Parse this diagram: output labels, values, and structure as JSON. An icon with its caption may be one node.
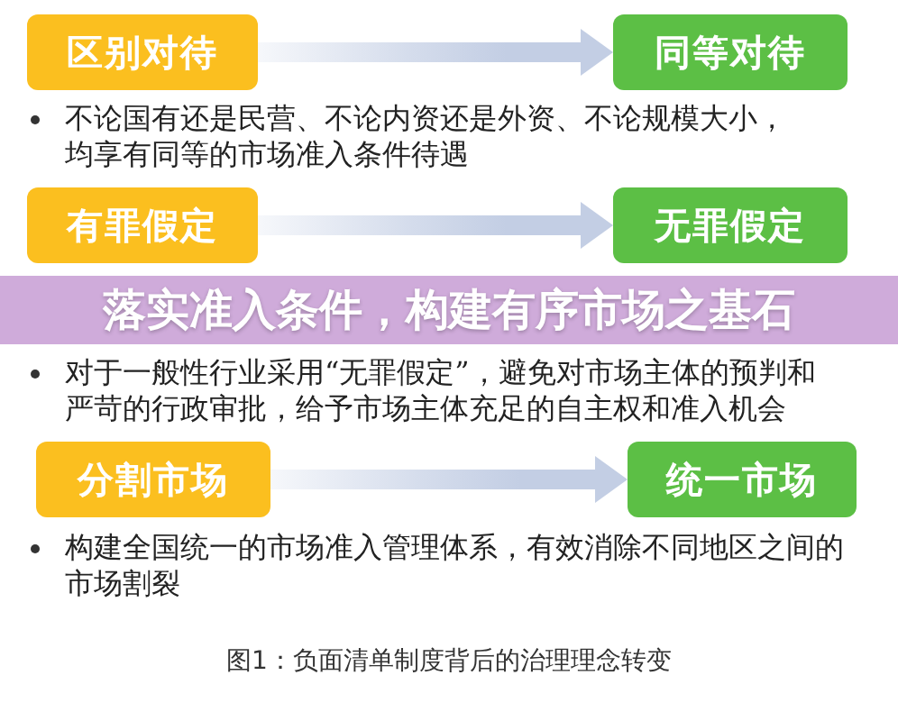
{
  "diagram": {
    "title": "落实准入条件，构建有序市场之基石",
    "caption": "图1：负面清单制度背后的治理理念转变",
    "nodes": [
      {
        "text": [
          "区别对待"
        ]
      },
      {
        "text": [
          "同等对待"
        ]
      },
      {
        "text": [
          "有罪假定"
        ]
      },
      {
        "text": [
          "无罪假定"
        ]
      },
      {
        "text": [
          "分割市场"
        ]
      },
      {
        "text": [
          "统一市场"
        ]
      }
    ],
    "edges": [
      {
        "from": 0,
        "to": 1,
        "arrow": "to",
        "style": "thick"
      },
      {
        "from": 2,
        "to": 3,
        "arrow": "to",
        "style": "thick"
      },
      {
        "from": 4,
        "to": 5,
        "arrow": "to",
        "style": "thick"
      }
    ],
    "labels": [
      "不论国有还是民营、不论内资还是外资、不论规模大小，均享有同等的市场准入条件待遇",
      "对于一般性行业采用“无罪假定”，避免对市场主体的预判和严苛的行政审批，给予市场主体充足的自主权和准入机会",
      "构建全国统一的市场准入管理体系，有效消除不同地区之间的市场割裂"
    ]
  }
}
